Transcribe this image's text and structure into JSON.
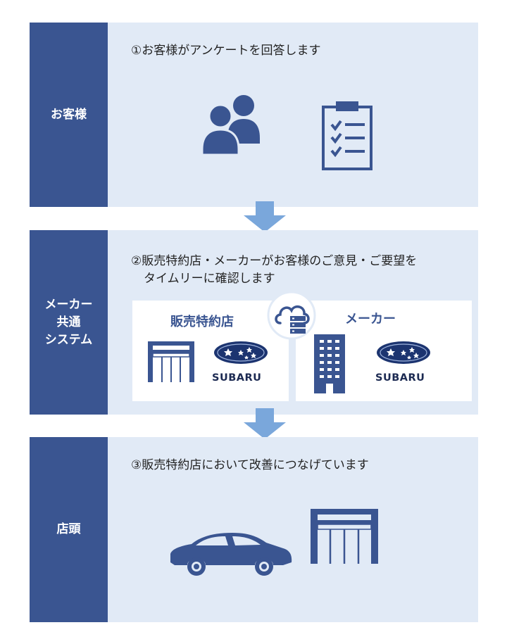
{
  "rows": {
    "customer": {
      "label": "お客様",
      "step": "①お客様がアンケートを回答します"
    },
    "system": {
      "label_lines": [
        "メーカー",
        "共通",
        "システム"
      ],
      "step_lines": [
        "②販売特約店・メーカーがお客様のご意見・ご要望を",
        "タイムリーに確認します"
      ],
      "dealer_card": {
        "title": "販売特約店",
        "brand": "SUBARU"
      },
      "maker_card": {
        "title": "メーカー",
        "brand": "SUBARU"
      }
    },
    "store": {
      "label": "店頭",
      "step": "③販売特約店において改善につなげています"
    }
  },
  "icons": {
    "customer": [
      "people-icon",
      "checklist-icon"
    ],
    "system": [
      "cloud-server-icon",
      "store-icon",
      "building-icon",
      "subaru-logo-icon"
    ],
    "store": [
      "car-icon",
      "store-icon"
    ]
  },
  "colors": {
    "label_bg": "#3a5591",
    "panel_bg": "#e1eaf6",
    "icon": "#3a5591",
    "arrow": "#7aa7db",
    "card_bg": "#ffffff"
  }
}
